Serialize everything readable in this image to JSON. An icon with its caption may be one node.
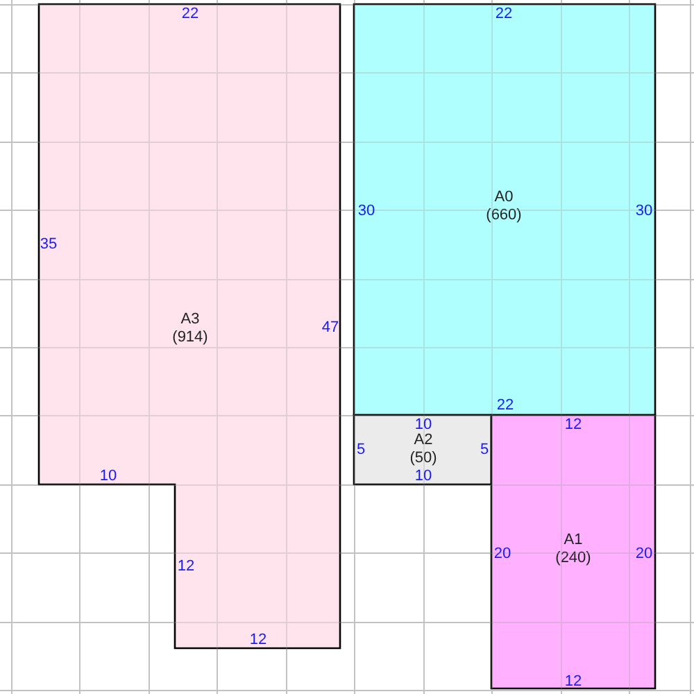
{
  "diagram": {
    "nodes": [
      {
        "text": [
          "A3",
          "(914)"
        ]
      },
      {
        "text": [
          "A0",
          "(660)"
        ]
      },
      {
        "text": [
          "A2",
          "(50)"
        ]
      },
      {
        "text": [
          "A1",
          "(240)"
        ]
      }
    ],
    "labels": [
      "22",
      "22",
      "30",
      "30",
      "35",
      "47",
      "22",
      "10",
      "12",
      "5",
      "5",
      "10",
      "10",
      "20",
      "20",
      "12",
      "12",
      "12"
    ]
  }
}
